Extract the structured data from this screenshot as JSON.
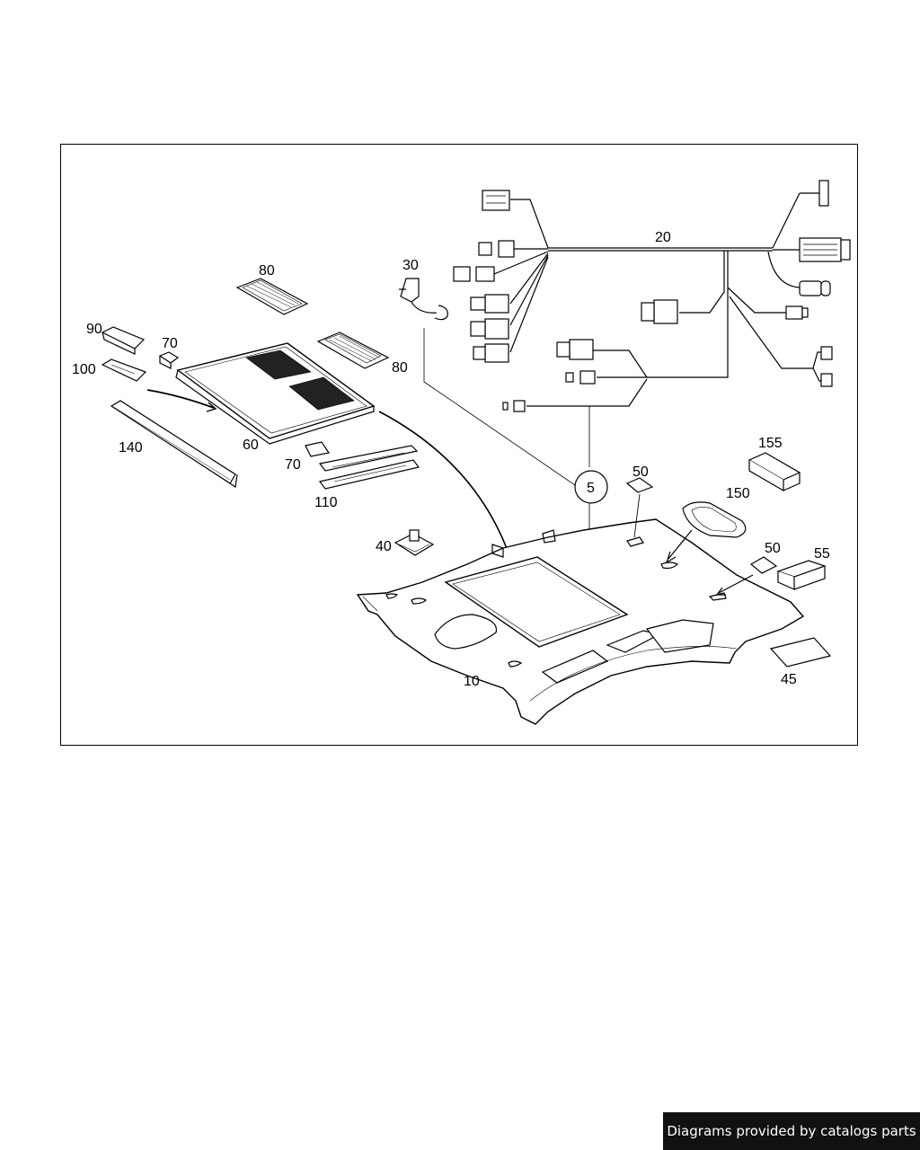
{
  "diagram": {
    "callouts": {
      "c10": "10",
      "c20": "20",
      "c30": "30",
      "c40": "40",
      "c45": "45",
      "c50a": "50",
      "c50b": "50",
      "c55": "55",
      "c60": "60",
      "c70a": "70",
      "c70b": "70",
      "c80a": "80",
      "c80b": "80",
      "c90": "90",
      "c100": "100",
      "c110": "110",
      "c140": "140",
      "c150": "150",
      "c155": "155",
      "c5": "5"
    }
  },
  "footer": {
    "credit": "Diagrams provided by catalogs parts"
  }
}
